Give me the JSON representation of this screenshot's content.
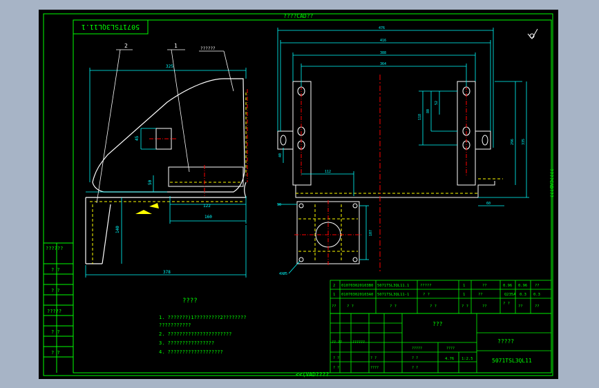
{
  "border": {
    "top_label": "????CAD??",
    "bottom_label": "<<(VAD????",
    "right_label": "????CAD???"
  },
  "stamp": "5071TSL3QL11.1",
  "colors": {
    "frame": "#00ff00",
    "dim": "#00ffff",
    "part": "#ffffff",
    "center": "#ff0000",
    "hidden": "#ffff00",
    "background": "#000000"
  },
  "side_view": {
    "balloons": [
      "2",
      "1"
    ],
    "note": "??????",
    "dims": {
      "top": "325",
      "slot": "45",
      "gap": "50",
      "bottom_a": "122",
      "bottom_b": "160",
      "left": "140",
      "overall": "378"
    }
  },
  "front_view": {
    "dims": {
      "w1": "476",
      "w2": "416",
      "w3": "388",
      "w4": "364",
      "left_v": "40",
      "mid": "112",
      "right_h1": "118",
      "right_h2": "80",
      "right_h3": "52",
      "right_v1": "296",
      "right_v2": "335",
      "right_foot": "60",
      "center_v": "107",
      "foot_left": "90",
      "holes": "4XØ5"
    }
  },
  "left_strip": [
    "??????",
    "? ?",
    "? ?",
    "?????",
    "? ?",
    "? ?"
  ],
  "notes": {
    "title": "????",
    "items": [
      "1. ???????)1?????????2????????",
      "   ???????????",
      "2. ??????????????????????",
      "3. ????????????????",
      "4. ???????????????????"
    ]
  },
  "bom": {
    "rows": [
      [
        "2",
        "010703020103B0",
        "5071TSL3QL11.1",
        "?????",
        "1",
        "??",
        "0.96",
        "0.96",
        "??"
      ],
      [
        "1",
        "010703020103A0",
        "5071TSL3QL11-1",
        "? ?",
        "1",
        "??",
        "Q235A",
        "0.3",
        "0.3"
      ]
    ],
    "header": [
      "??",
      "? ?",
      "? ?",
      "? ?",
      "? ?",
      "??",
      "? ?",
      "??",
      "??"
    ]
  },
  "title_block": {
    "center_label": "???",
    "doc_label": "?????",
    "drawing_no": "5071TSL3QL11",
    "scale": "1:2.5",
    "weight": "4.76",
    "sign_rows": [
      "?? ??",
      "??????",
      "? ?",
      "? ?",
      "? ?",
      "????"
    ],
    "cell_labels": [
      "?????",
      "????",
      "? ?",
      "? ?"
    ]
  }
}
